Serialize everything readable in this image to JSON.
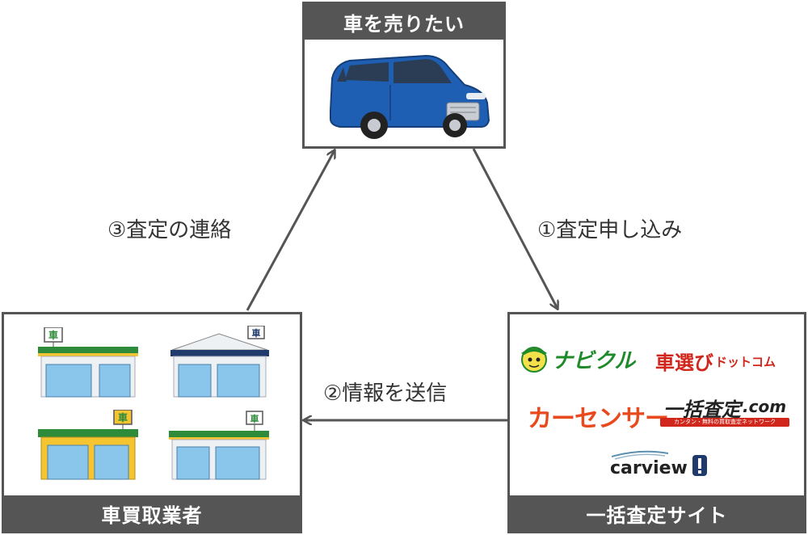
{
  "boxes": {
    "seller_title": "車を売りたい",
    "buyer_title": "車買取業者",
    "site_title": "一括査定サイト"
  },
  "steps": {
    "step1": "①査定申し込み",
    "step2": "②情報を送信",
    "step3": "③査定の連絡"
  },
  "shops": {
    "sign": "車"
  },
  "logos": {
    "navikuru": "ナビクル",
    "kurumaerabi": "車選び",
    "kurumaerabi_suffix": "ドットコム",
    "carsensor": "カーセンサー",
    "ikkatsu": "一括査定",
    "ikkatsu_suffix": ".com",
    "ikkatsu_tagline": "カンタン・無料の買取査定ネットワーク",
    "carview": "carview"
  },
  "colors": {
    "frame": "#555555",
    "arrow": "#555555",
    "car_blue": "#1e5fb3",
    "shop_green": "#2e8b3a",
    "shop_navy": "#1f3a6b",
    "logo_red": "#d0261b",
    "logo_orange": "#e8491d",
    "logo_green": "#1f8a2a"
  }
}
